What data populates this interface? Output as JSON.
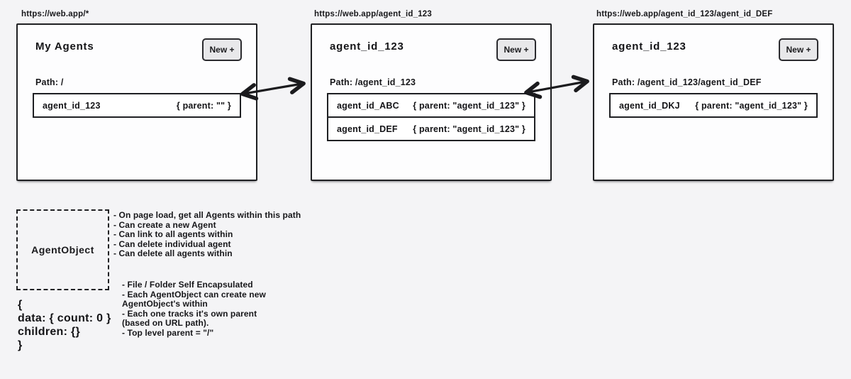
{
  "colors": {
    "background": "#f4f4f6",
    "ink": "#1f2023",
    "panel_fill": "#fdfdfe",
    "button_fill": "#e8e8ea"
  },
  "panels": [
    {
      "url": "https://web.app/*",
      "title": "My Agents",
      "button": "New +",
      "path": "Path: /",
      "rows": [
        {
          "name": "agent_id_123",
          "meta": "{ parent: \"\" }"
        }
      ]
    },
    {
      "url": "https://web.app/agent_id_123",
      "title": "agent_id_123",
      "button": "New +",
      "path": "Path: /agent_id_123",
      "rows": [
        {
          "name": "agent_id_ABC",
          "meta": "{ parent: \"agent_id_123\" }"
        },
        {
          "name": "agent_id_DEF",
          "meta": "{ parent: \"agent_id_123\" }"
        }
      ]
    },
    {
      "url": "https://web.app/agent_id_123/agent_id_DEF",
      "title": "agent_id_123",
      "button": "New +",
      "path": "Path: /agent_id_123/agent_id_DEF",
      "rows": [
        {
          "name": "agent_id_DKJ",
          "meta": "{ parent: \"agent_id_123\" }"
        }
      ]
    }
  ],
  "legend": {
    "box_label": "AgentObject",
    "notes_top": [
      "- On page load, get all Agents within this path",
      "- Can create a new Agent",
      "- Can link to all agents within",
      "- Can delete individual agent",
      "- Can delete all agents within"
    ],
    "code_lines": [
      "{",
      "data: { count: 0 }",
      "children: {}",
      "}"
    ],
    "notes_bottom": [
      "- File / Folder Self Encapsulated",
      "- Each AgentObject can create new",
      "AgentObject's within",
      "- Each one tracks it's own parent",
      "(based on URL path).",
      "- Top level parent = \"/\""
    ]
  }
}
